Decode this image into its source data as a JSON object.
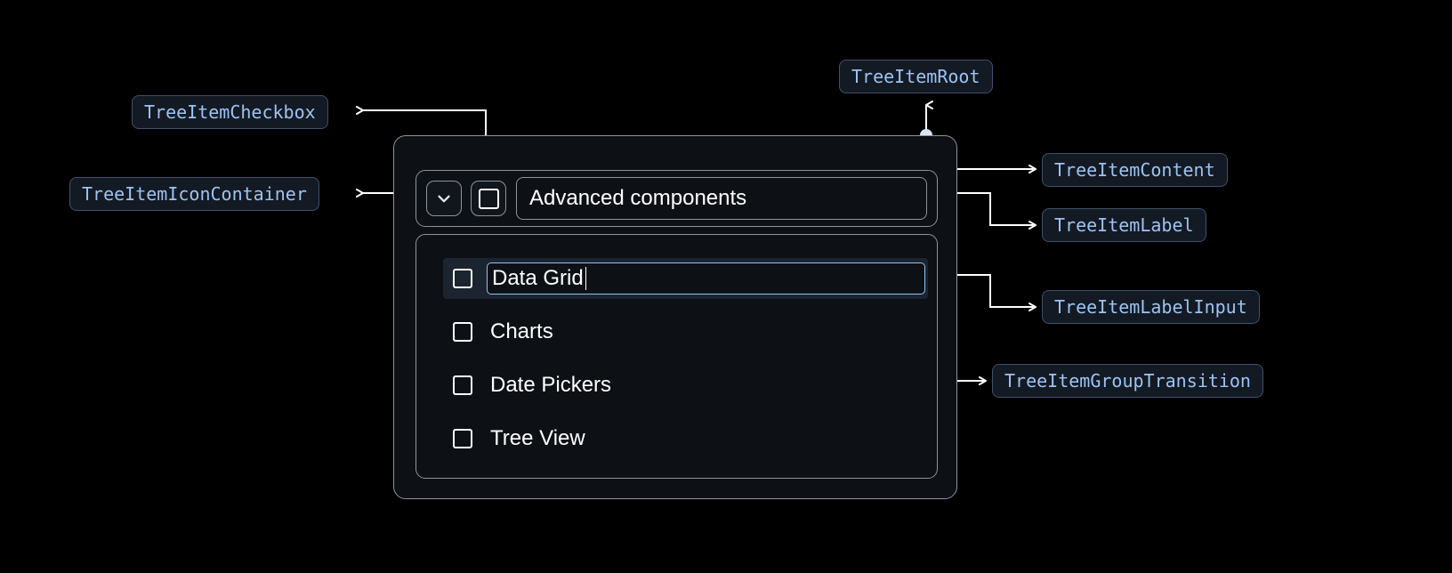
{
  "theme": {
    "page_background": "#000000",
    "chip_background": "#131a24",
    "chip_border": "#40506a",
    "chip_text": "#9dc3f0",
    "panel_border": "#8e949c",
    "panel_background": "#0d1116",
    "selected_row_background": "#1c242f",
    "input_focus_border": "#8ec2f0",
    "connector_line": "#ffffff",
    "connector_dot": "#dbe6f5",
    "text_primary": "#ffffff"
  },
  "annotations": [
    {
      "id": "checkbox",
      "label": "TreeItemCheckbox"
    },
    {
      "id": "icon_container",
      "label": "TreeItemIconContainer"
    },
    {
      "id": "root",
      "label": "TreeItemRoot"
    },
    {
      "id": "content",
      "label": "TreeItemContent"
    },
    {
      "id": "label",
      "label": "TreeItemLabel"
    },
    {
      "id": "label_input",
      "label": "TreeItemLabelInput"
    },
    {
      "id": "group_transition",
      "label": "TreeItemGroupTransition"
    }
  ],
  "tree": {
    "root_item": {
      "expand_icon": "chevron-down-icon",
      "checkbox_state": "unchecked",
      "label": "Advanced components"
    },
    "children": [
      {
        "label": "Data Grid",
        "checkbox_state": "unchecked",
        "editing": true,
        "selected": true
      },
      {
        "label": "Charts",
        "checkbox_state": "unchecked",
        "editing": false,
        "selected": false
      },
      {
        "label": "Date Pickers",
        "checkbox_state": "unchecked",
        "editing": false,
        "selected": false
      },
      {
        "label": "Tree View",
        "checkbox_state": "unchecked",
        "editing": false,
        "selected": false
      }
    ]
  }
}
